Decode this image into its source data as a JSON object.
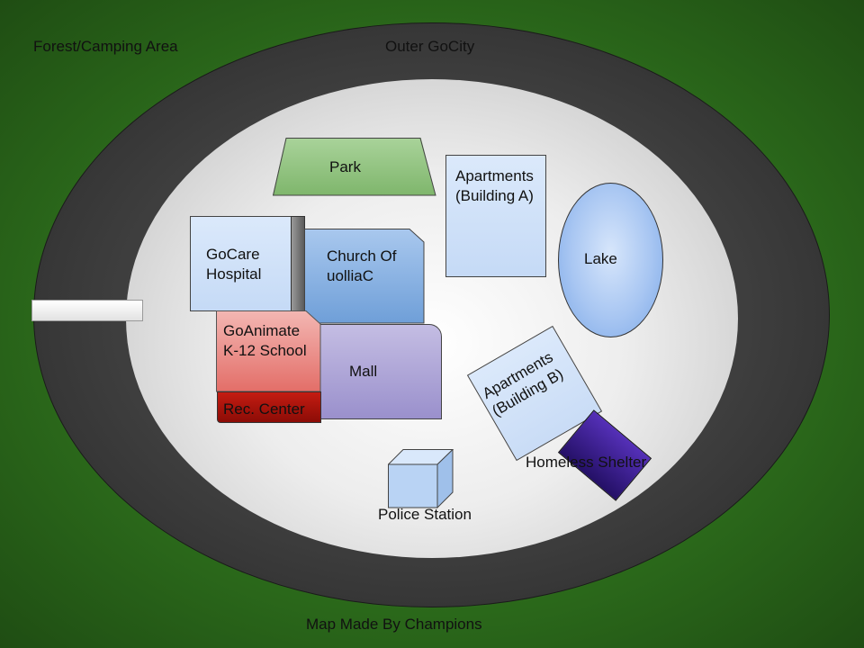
{
  "labels": {
    "forest": "Forest/Camping Area",
    "outer": "Outer GoCity",
    "park": "Park",
    "aptA": "Apartments (Building A)",
    "hospital": "GoCare Hospital",
    "church": "Church Of uolliaC",
    "lake": "Lake",
    "school": "GoAnimate K-12 School",
    "mall": "Mall",
    "rec": "Rec. Center",
    "aptB": "Apartments (Building B)",
    "shelter": "Homeless Shelter",
    "police": "Police Station",
    "credit": "Map Made By Champions"
  },
  "colors": {
    "grass": "#2d6e1c",
    "outer_ring": "#3c3c3c",
    "inner_city": "#ededed",
    "park": "#8fc27d",
    "building": "#c5daf6",
    "church": "#6f9fd8",
    "mall": "#9a90cc",
    "school": "#e36e68",
    "rec_center": "#a3140b",
    "lake": "#a8c6f2",
    "shelter": "#3a1c96"
  }
}
